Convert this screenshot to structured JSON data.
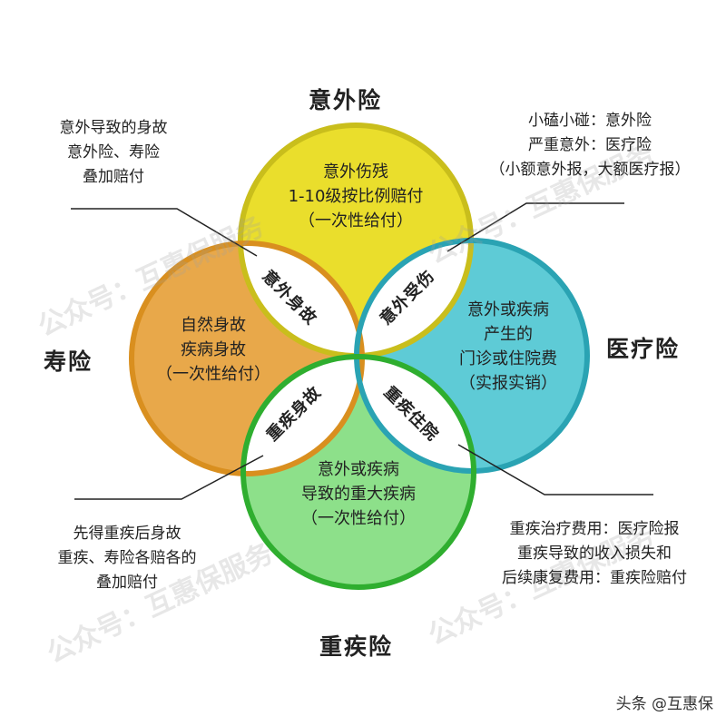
{
  "circles": {
    "accident": {
      "title": "意外险",
      "lines": [
        "意外伤残",
        "1-10级按比例赔付",
        "（一次性给付）"
      ],
      "color": "#eade2c",
      "stroke": "#c9be1c"
    },
    "life": {
      "title": "寿险",
      "lines": [
        "自然身故",
        "疾病身故",
        "（一次性给付）"
      ],
      "color": "#e8a84a",
      "stroke": "#d98f1f"
    },
    "medical": {
      "title": "医疗险",
      "lines": [
        "意外或疾病",
        "产生的",
        "门诊或住院费",
        "（实报实销）"
      ],
      "color": "#5ecbd6",
      "stroke": "#2aa3b3"
    },
    "critical": {
      "title": "重疾险",
      "lines": [
        "意外或疾病",
        "导致的重大疾病",
        "（一次性给付）"
      ],
      "color": "#8de08a",
      "stroke": "#2fae2f"
    }
  },
  "lenses": {
    "accident_life": "意外身故",
    "accident_medical": "意外受伤",
    "life_critical": "重疾身故",
    "medical_critical": "重疾住院"
  },
  "notes": {
    "top_left": [
      "意外导致的身故",
      "意外险、寿险",
      "叠加赔付"
    ],
    "top_right": [
      "小磕小碰：意外险",
      "严重意外：医疗险",
      "（小额意外报，大额医疗报）"
    ],
    "bottom_left": [
      "先得重疾后身故",
      "重疾、寿险各赔各的",
      "叠加赔付"
    ],
    "bottom_right": [
      "重疾治疗费用：医疗险报",
      "重疾导致的收入损失和",
      "后续康复费用：重疾险赔付"
    ]
  },
  "watermark": "公众号：互惠保服务",
  "footer": "头条 @互惠保"
}
